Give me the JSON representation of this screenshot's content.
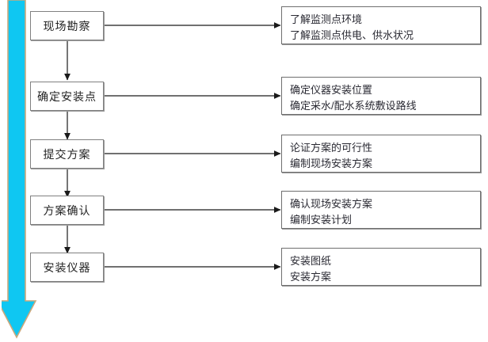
{
  "diagram": {
    "title": "",
    "colors": {
      "arrow_fill": "#0FC7F2",
      "arrow_outline": "#C9A87C",
      "box_border": "#808080",
      "detail_border": "#6F6F6F",
      "connector": "#2b2b2b",
      "background": "#FFFFFF",
      "text": "#2A2A33"
    },
    "direction_arrow": {
      "name": "process-flow-direction-arrow",
      "orientation": "down"
    },
    "stages": [
      {
        "id": "site-survey",
        "label": "现场勘察",
        "details": [
          "了解监测点环境",
          "了解监测点供电、供水状况"
        ]
      },
      {
        "id": "determine-install-point",
        "label": "确定安装点",
        "details": [
          "确定仪器安装位置",
          "确定采水/配水系统敷设路线"
        ]
      },
      {
        "id": "submit-plan",
        "label": "提交方案",
        "details": [
          "论证方案的可行性",
          "编制现场安装方案"
        ]
      },
      {
        "id": "plan-confirmation",
        "label": "方案确认",
        "details": [
          "确认现场安装方案",
          "编制安装计划"
        ]
      },
      {
        "id": "install-instrument",
        "label": "安装仪器",
        "details": [
          "安装图纸",
          "安装方案"
        ]
      }
    ]
  }
}
